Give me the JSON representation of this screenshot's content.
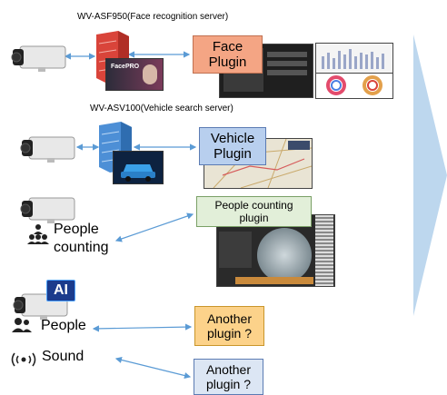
{
  "servers": {
    "face_server": "WV-ASF950(Face recognition server)",
    "vehicle_server": "WV-ASV100(Vehicle search server)"
  },
  "plugins": {
    "face": [
      "Face",
      "Plugin"
    ],
    "vehicle": [
      "Vehicle",
      "Plugin"
    ],
    "people_counting": [
      "People counting",
      "plugin"
    ],
    "another_1": [
      "Another",
      "plugin ?"
    ],
    "another_2": [
      "Another",
      "plugin ?"
    ]
  },
  "labels": {
    "people_counting": [
      "People",
      "counting"
    ],
    "people": "People",
    "sound": "Sound",
    "ai_badge": "AI",
    "facepro_logo": "FacePRO"
  },
  "colors": {
    "face_plugin": "#f4a584",
    "vehicle_plugin": "#b8cfee",
    "people_plugin": "#e2efd9",
    "another_plugin_1": "#fcd28a",
    "another_plugin_2": "#dce6f4",
    "arrow": "#5b9bd5",
    "big_arrow": "#bdd7ee"
  }
}
